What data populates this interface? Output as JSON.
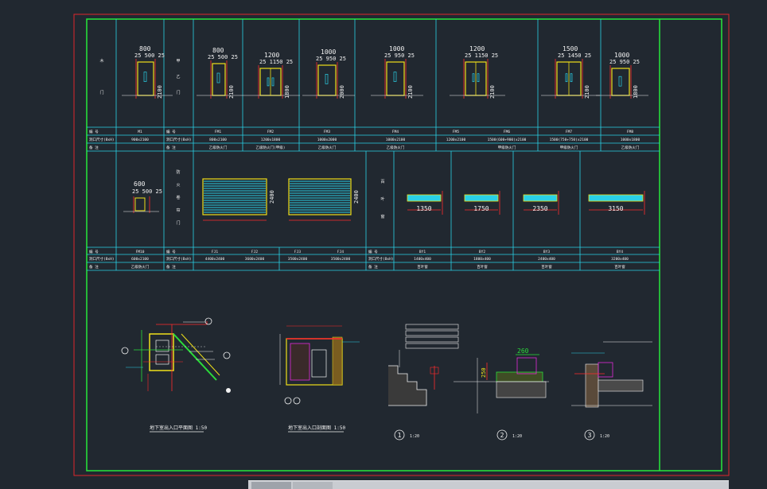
{
  "colors": {
    "background": "#212830",
    "outer_frame": "#e0262b",
    "inner_frame": "#27e83a",
    "grid": "#2ad1e6",
    "text": "#f2f2f2",
    "yellow": "#f0e01a",
    "red": "#ff2b2b",
    "green": "#2bdc3a",
    "magenta": "#e32bd9",
    "fill_cyan": "#2ad1e6"
  },
  "row1": {
    "side_labels": [
      "木",
      "门",
      "甲",
      "乙",
      "门"
    ],
    "doors": [
      {
        "code": "M1",
        "dims": [
          "800",
          "25",
          "500",
          "25"
        ],
        "height": "2100",
        "size": "900x2100",
        "desc": ""
      },
      {
        "code": "FM1",
        "dims": [
          "800",
          "25",
          "500",
          "25"
        ],
        "height": "2100",
        "size": "800x2100",
        "desc": "乙级防火门"
      },
      {
        "code": "FM2",
        "dims": [
          "1200",
          "25",
          "1150",
          "25"
        ],
        "height": "1800",
        "size": "1200x1800",
        "desc": "乙级防火门(甲级)"
      },
      {
        "code": "FM3",
        "dims": [
          "1000",
          "25",
          "950",
          "25"
        ],
        "height": "2000",
        "size": "1000x2000",
        "desc": "乙级防火门"
      },
      {
        "code": "FM4",
        "dims": [
          "1000",
          "25",
          "950",
          "25"
        ],
        "height": "2100",
        "size": "1000x2100",
        "desc": "乙级防火门"
      },
      {
        "code": "FM5",
        "dims": [
          "1200",
          "25",
          "1150",
          "25"
        ],
        "height": "2100",
        "size": "1200x2100",
        "desc": ""
      },
      {
        "code": "FM6",
        "dims": [],
        "height": "",
        "size": "1500(600+900)x2100",
        "desc": "甲级防火门"
      },
      {
        "code": "FM7",
        "dims": [
          "1500",
          "25",
          "1450",
          "25"
        ],
        "height": "2100",
        "size": "1500(750+750)x2100",
        "desc": "甲级防火门"
      },
      {
        "code": "FM8",
        "dims": [
          "1000",
          "25",
          "950",
          "25"
        ],
        "height": "1800",
        "size": "1000x1800",
        "desc": "乙级防火门"
      }
    ],
    "header": {
      "code": "编 号",
      "size": "洞口尺寸(BxH)",
      "desc": "备 注"
    }
  },
  "row2": {
    "side_labels": [
      "防",
      "火",
      "卷",
      "帘",
      "门"
    ],
    "side_labels2": [
      "百",
      "叶",
      "窗"
    ],
    "items": [
      {
        "code": "FM10",
        "size": "600x2100",
        "desc": "乙级防火门"
      },
      {
        "code": "FJ1",
        "size": "4400x2400",
        "desc": ""
      },
      {
        "code": "FJ2",
        "size": "3600x2400",
        "desc": ""
      },
      {
        "code": "FJ3",
        "size": "3500x2400",
        "desc": ""
      },
      {
        "code": "FJ4",
        "size": "3500x2400",
        "desc": ""
      }
    ],
    "louvers": [
      {
        "code": "BY1",
        "width": "1350",
        "size": "1400x400",
        "desc": "百叶窗"
      },
      {
        "code": "BY2",
        "width": "1750",
        "size": "1800x400",
        "desc": "百叶窗"
      },
      {
        "code": "BY3",
        "width": "2350",
        "size": "2400x400",
        "desc": "百叶窗"
      },
      {
        "code": "BY4",
        "width": "3150",
        "size": "3200x400",
        "desc": "百叶窗"
      }
    ]
  },
  "details": {
    "plan_title": "地下室出入口平面图 1:50",
    "section_title": "地下室出入口剖面图 1:50",
    "dim_260": "260",
    "detail_labels": [
      {
        "num": "1",
        "scale": "1:20"
      },
      {
        "num": "2",
        "scale": "1:20"
      },
      {
        "num": "3",
        "scale": "1:20"
      }
    ]
  }
}
